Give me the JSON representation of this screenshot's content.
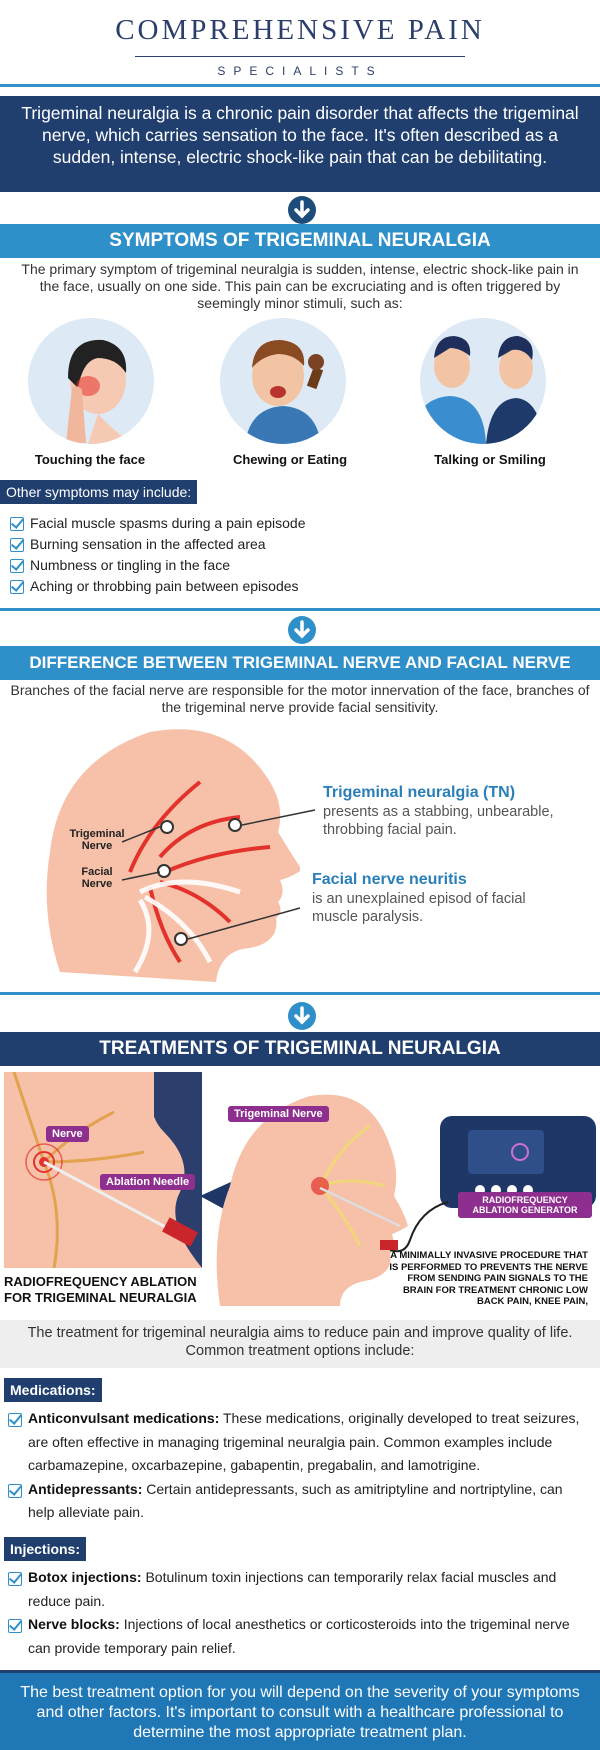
{
  "header": {
    "title": "COMPREHENSIVE PAIN",
    "subtitle": "SPECIALISTS"
  },
  "intro": "Trigeminal neuralgia is a chronic pain disorder that affects the trigeminal nerve, which carries sensation to the face. It's often described as a sudden, intense, electric shock-like pain that can be debilitating.",
  "symptoms": {
    "heading": "SYMPTOMS OF TRIGEMINAL NEURALGIA",
    "description": "The primary symptom of trigeminal neuralgia is sudden, intense, electric shock-like pain in the face, usually on one side. This pain can be excruciating and is often triggered by seemingly minor stimuli, such as:",
    "triggers": [
      "Touching the face",
      "Chewing or Eating",
      "Talking or Smiling"
    ],
    "other_label": "Other symptoms may include:",
    "other": [
      "Facial muscle spasms during a pain episode",
      "Burning sensation in the affected area",
      "Numbness or tingling in the face",
      "Aching or throbbing pain between episodes"
    ]
  },
  "difference": {
    "heading": "DIFFERENCE BETWEEN TRIGEMINAL NERVE AND FACIAL NERVE",
    "description": "Branches of the facial nerve are responsible for the motor innervation of the face, branches of the trigeminal nerve provide facial sensitivity.",
    "trigeminal_label": "Trigeminal Nerve",
    "facial_label": "Facial Nerve",
    "tn_title": "Trigeminal neuralgia (TN)",
    "tn_text": "presents as a stabbing, unbearable, throbbing facial pain.",
    "fn_title": "Facial nerve neuritis",
    "fn_text": "is an unexplained episod of facial muscle paralysis."
  },
  "treatments": {
    "heading": "TREATMENTS OF TRIGEMINAL NEURALGIA",
    "nerve_tag": "Nerve",
    "needle_tag": "Ablation Needle",
    "trig_tag": "Trigeminal Nerve",
    "rfa_caption": "RADIOFREQUENCY ABLATION FOR TRIGEMINAL NEURALGIA",
    "generator_tag": "RADIOFREQUENCY ABLATION GENERATOR",
    "procedure_note": "A MINIMALLY INVASIVE PROCEDURE THAT IS PERFORMED TO PREVENTS THE NERVE FROM SENDING PAIN SIGNALS TO THE BRAIN FOR TREATMENT CHRONIC LOW BACK PAIN, KNEE PAIN,",
    "summary": "The treatment for trigeminal neuralgia aims to reduce pain and improve quality of life. Common treatment options include:",
    "medications_label": "Medications:",
    "medications": [
      {
        "title": "Anticonvulsant medications:",
        "text": " These medications, originally developed to treat seizures, are often effective in managing trigeminal neuralgia pain. Common examples include carbamazepine, oxcarbazepine, gabapentin, pregabalin, and lamotrigine."
      },
      {
        "title": "Antidepressants:",
        "text": " Certain antidepressants, such as amitriptyline and nortriptyline, can help alleviate pain."
      }
    ],
    "injections_label": "Injections:",
    "injections": [
      {
        "title": "Botox injections:",
        "text": " Botulinum toxin injections can temporarily relax facial muscles and reduce pain."
      },
      {
        "title": "Nerve blocks:",
        "text": " Injections of local anesthetics or corticosteroids into the trigeminal nerve can provide temporary pain relief."
      }
    ]
  },
  "footer": "The best treatment option for you will depend on the severity of your symptoms and other factors. It's important to consult with a healthcare professional to determine the most appropriate treatment plan.",
  "colors": {
    "navy": "#203f6e",
    "blue": "#2f8fc8",
    "accent_purple": "#8e2e8e",
    "skin": "#f6c1a8",
    "nerve_red": "#e3322c"
  }
}
